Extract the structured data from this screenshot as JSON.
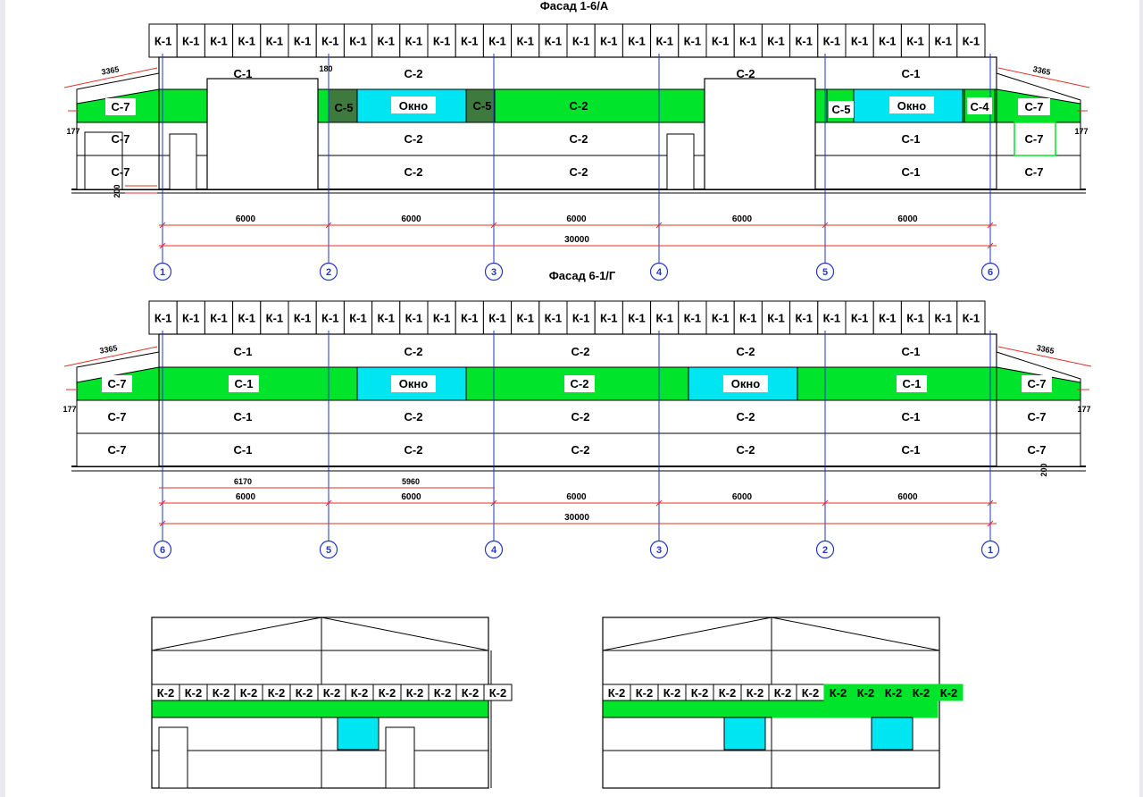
{
  "colors": {
    "green": "#00e52b",
    "cyan": "#00e5f2",
    "darkgreen": "#3e7a3e",
    "line": "#000000",
    "dim": "#e0302a",
    "axis": "#2236c8",
    "paper": "#ffffff",
    "frame": "#e9e9ee"
  },
  "facade1": {
    "title": "Фасад 1-6/А",
    "k_label": "К-1",
    "top_row": [
      "С-1",
      "С-2",
      "С-2",
      "С-1"
    ],
    "band": [
      "С-5",
      "Окно",
      "С-5",
      "С-2",
      "С-5",
      "Окно",
      "С-4"
    ],
    "row3": [
      "С-2",
      "С-2",
      "С-1"
    ],
    "row4": [
      "С-2",
      "С-2",
      "С-1"
    ],
    "left_wing": [
      "С-7",
      "С-7",
      "С-7"
    ],
    "right_wing": [
      "С-7",
      "С-7",
      "С-7"
    ],
    "dims": {
      "slope": "3365",
      "slope_r": "3365",
      "h177_l": "177",
      "h177_r": "177",
      "v200": "200",
      "d180": "180",
      "spans": [
        "6000",
        "6000",
        "6000",
        "6000",
        "6000"
      ],
      "total": "30000"
    },
    "axes": [
      "1",
      "2",
      "3",
      "4",
      "5",
      "6"
    ]
  },
  "facade2": {
    "title": "Фасад 6-1/Г",
    "k_label": "К-1",
    "top_row": [
      "С-1",
      "С-2",
      "С-2",
      "С-2",
      "С-1"
    ],
    "band": [
      "С-1",
      "Окно",
      "С-2",
      "Окно",
      "С-1"
    ],
    "row3": [
      "С-1",
      "С-2",
      "С-2",
      "С-2",
      "С-1"
    ],
    "row4": [
      "С-1",
      "С-2",
      "С-2",
      "С-2",
      "С-1"
    ],
    "left_wing": [
      "С-7",
      "С-7",
      "С-7"
    ],
    "right_wing": [
      "С-7",
      "С-7",
      "С-7"
    ],
    "dims": {
      "slope": "3365",
      "slope_r": "3365",
      "h177_l": "177",
      "h177_r": "177",
      "v200": "200",
      "sub1": "6170",
      "sub2": "5960",
      "spans": [
        "6000",
        "6000",
        "6000",
        "6000",
        "6000"
      ],
      "total": "30000"
    },
    "axes": [
      "6",
      "5",
      "4",
      "3",
      "2",
      "1"
    ]
  },
  "end_elev": {
    "k_label": "К-2"
  }
}
